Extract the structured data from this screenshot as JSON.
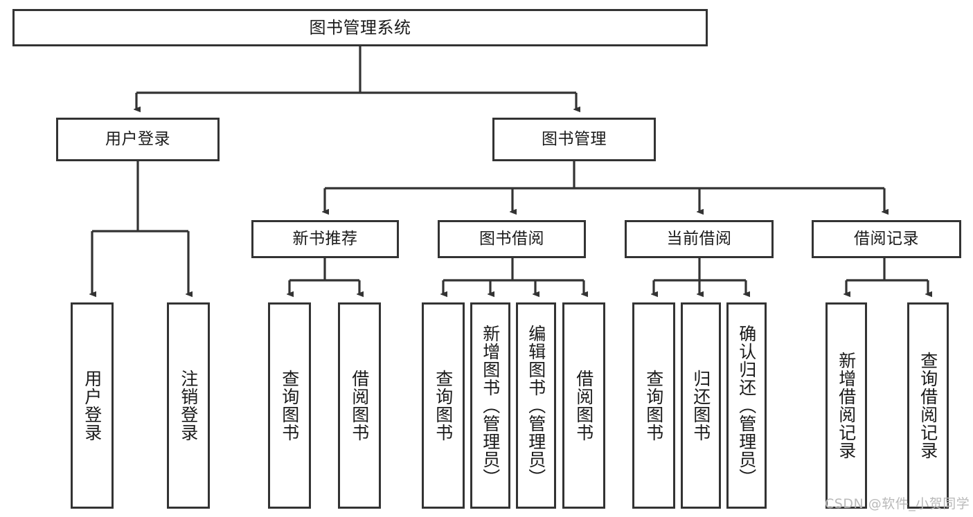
{
  "diagram": {
    "title": "图书管理系统",
    "type": "tree-hierarchy-diagram",
    "nodes": {
      "root": {
        "label": "图书管理系统"
      },
      "level2": [
        {
          "id": "user-login",
          "label": "用户登录"
        },
        {
          "id": "book-manage",
          "label": "图书管理"
        }
      ],
      "level3": [
        {
          "id": "new-book-recommend",
          "label": "新书推荐"
        },
        {
          "id": "book-borrow",
          "label": "图书借阅"
        },
        {
          "id": "current-borrow",
          "label": "当前借阅"
        },
        {
          "id": "borrow-record",
          "label": "借阅记录"
        }
      ],
      "leaves": {
        "user-login": [
          {
            "id": "leaf-user-login",
            "label": "用户登录"
          },
          {
            "id": "leaf-logout-login",
            "label": "注销登录"
          }
        ],
        "new-book-recommend": [
          {
            "id": "leaf-query-book-1",
            "label": "查询图书"
          },
          {
            "id": "leaf-borrow-book-1",
            "label": "借阅图书"
          }
        ],
        "book-borrow": [
          {
            "id": "leaf-query-book-2",
            "label": "查询图书"
          },
          {
            "id": "leaf-add-book-admin",
            "label": "新增图书（管理员）"
          },
          {
            "id": "leaf-edit-book-admin",
            "label": "编辑图书（管理员）"
          },
          {
            "id": "leaf-borrow-book-2",
            "label": "借阅图书"
          }
        ],
        "current-borrow": [
          {
            "id": "leaf-query-book-3",
            "label": "查询图书"
          },
          {
            "id": "leaf-return-book",
            "label": "归还图书"
          },
          {
            "id": "leaf-confirm-return-admin",
            "label": "确认归还（管理员）"
          }
        ],
        "borrow-record": [
          {
            "id": "leaf-add-borrow-record",
            "label": "新增借阅记录"
          },
          {
            "id": "leaf-query-borrow-record",
            "label": "查询借阅记录"
          }
        ]
      }
    },
    "colors": {
      "stroke": "#333333",
      "background": "#ffffff",
      "text": "#1a1a1a",
      "watermark": "#b9b9b9"
    }
  },
  "watermark": {
    "text": "CSDN @软件_小贺同学"
  }
}
